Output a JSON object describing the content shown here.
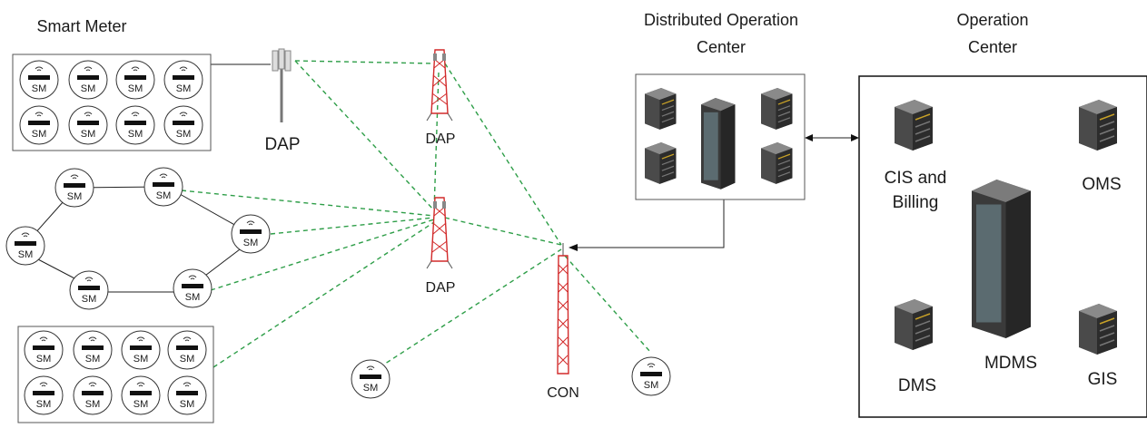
{
  "labels": {
    "smart_meter_title": "Smart Meter",
    "dist_center_line1": "Distributed Operation",
    "dist_center_line2": "Center",
    "op_center_line1": "Operation",
    "op_center_line2": "Center",
    "dap": "DAP",
    "con": "CON",
    "sm": "SM",
    "cis_line1": "CIS and",
    "cis_line2": "Billing",
    "oms": "OMS",
    "mdms": "MDMS",
    "dms": "DMS",
    "gis": "GIS"
  },
  "icons": {
    "smart_meter": "smart-meter-icon",
    "dap_antenna": "antenna-icon",
    "tower": "tower-icon",
    "server": "server-icon",
    "rack": "server-rack-icon"
  },
  "colors": {
    "wireless_link": "#2e9e48",
    "wired_link": "#222222",
    "tower_red": "#d22a2a"
  }
}
